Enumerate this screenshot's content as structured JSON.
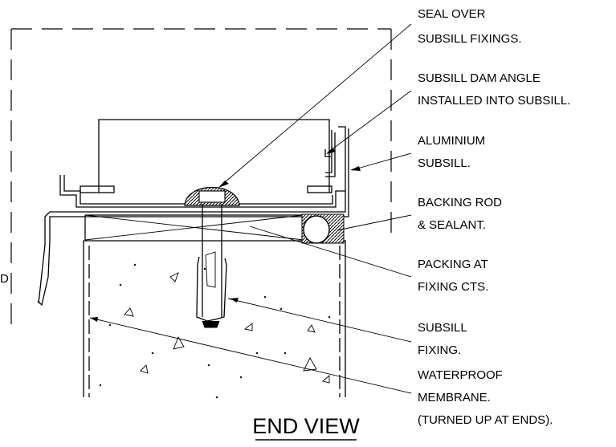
{
  "drawing": {
    "title": "END VIEW",
    "edge_text": "D",
    "callouts": [
      {
        "id": "seal",
        "lines": [
          "SEAL OVER",
          "SUBSILL FIXINGS."
        ]
      },
      {
        "id": "dam-angle",
        "lines": [
          "SUBSILL DAM ANGLE",
          "INSTALLED INTO SUBSILL."
        ]
      },
      {
        "id": "subsill",
        "lines": [
          "ALUMINIUM",
          "SUBSILL."
        ]
      },
      {
        "id": "backing-rod",
        "lines": [
          "BACKING ROD",
          "& SEALANT."
        ]
      },
      {
        "id": "packing",
        "lines": [
          "PACKING AT",
          "FIXING CTS."
        ]
      },
      {
        "id": "fixing",
        "lines": [
          "SUBSILL",
          "FIXING."
        ]
      },
      {
        "id": "membrane",
        "lines": [
          "WATERPROOF",
          "MEMBRANE.",
          "(TURNED UP AT ENDS)."
        ]
      }
    ]
  }
}
